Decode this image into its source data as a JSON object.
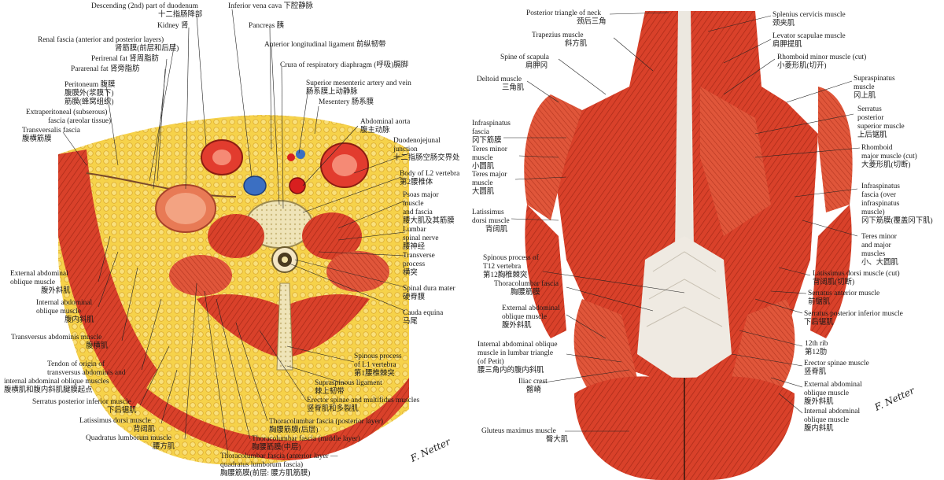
{
  "left_figure": {
    "signature": "F. Netter",
    "labels": [
      {
        "en": "Descending (2nd) part of duodenum",
        "zh": "十二指肠降部"
      },
      {
        "en": "Kidney",
        "zh": "肾"
      },
      {
        "en": "Renal fascia (anterior and posterior layers)",
        "zh": "肾筋膜(前层和后层)"
      },
      {
        "en": "Perirenal fat",
        "zh": "肾周脂肪"
      },
      {
        "en": "Pararenal fat",
        "zh": "肾旁脂肪"
      },
      {
        "en": "Peritoneum",
        "zh": "腹膜"
      },
      {
        "en": "腹膜外(浆膜下)",
        "zh": "筋膜(蜂窝组织)"
      },
      {
        "en": "Extraperitoneal (subserous)",
        "zh": "fascia (areolar tissue)"
      },
      {
        "en": "Transversalis fascia",
        "zh": "腹横筋膜"
      },
      {
        "en": "Inferior vena cava",
        "zh": "下腔静脉"
      },
      {
        "en": "Pancreas",
        "zh": "胰"
      },
      {
        "en": "Anterior longitudinal ligament",
        "zh": "前纵韧带"
      },
      {
        "en": "Crura of respiratory diaphragm (呼吸)",
        "zh": "膈脚"
      },
      {
        "en": "Superior mesenteric artery and vein",
        "zh": "肠系膜上动静脉"
      },
      {
        "en": "Mesentery",
        "zh": "肠系膜"
      },
      {
        "en": "Abdominal aorta",
        "zh": "腹主动脉"
      },
      {
        "en": "Duodenojejunal",
        "zh": "junction"
      },
      {
        "en": "十二指肠空肠交界处",
        "zh": ""
      },
      {
        "en": "Body of L2 vertebra",
        "zh": "第2腰椎体"
      },
      {
        "en": "Psoas major",
        "zh": "muscle"
      },
      {
        "en": "and fascia",
        "zh": "腰大肌及其筋膜"
      },
      {
        "en": "Lumbar",
        "zh": "spinal nerve"
      },
      {
        "en": "腰神经",
        "zh": ""
      },
      {
        "en": "Transverse",
        "zh": "process"
      },
      {
        "en": "横突",
        "zh": ""
      },
      {
        "en": "Spinal dura mater",
        "zh": "硬脊膜"
      },
      {
        "en": "Cauda equina",
        "zh": "马尾"
      },
      {
        "en": "External abdominal",
        "zh": "oblique muscle"
      },
      {
        "en": "腹外斜肌",
        "zh": ""
      },
      {
        "en": "Internal abdominal",
        "zh": "oblique muscle"
      },
      {
        "en": "腹内斜肌",
        "zh": ""
      },
      {
        "en": "Transversus abdominis muscle",
        "zh": "腹横肌"
      },
      {
        "en": "Tendon of origin of",
        "zh": "transversus abdominis and"
      },
      {
        "en": "internal abdominal oblique muscles",
        "zh": "腹横肌和腹内斜肌腱膜起点"
      },
      {
        "en": "Serratus posterior inferior muscle",
        "zh": "下后锯肌"
      },
      {
        "en": "Latissimus dorsi muscle",
        "zh": "背阔肌"
      },
      {
        "en": "Quadratus lumborum muscle",
        "zh": "腰方肌"
      },
      {
        "en": "Spinous process",
        "zh": "of L1 vertebra"
      },
      {
        "en": "第1腰椎棘突",
        "zh": ""
      },
      {
        "en": "Supraspinous ligament",
        "zh": "棘上韧带"
      },
      {
        "en": "Erector spinae and multifidus muscles",
        "zh": "竖脊肌和多裂肌"
      },
      {
        "en": "Thoracolumbar fascia (posterior layer)",
        "zh": "胸腰筋膜(后层)"
      },
      {
        "en": "Thoracolumbar fascia (middle layer)",
        "zh": "胸腰筋膜(中层)"
      },
      {
        "en": "Thoracolumbar fascia (anterior layer —",
        "zh": "quadratus lumborum fascia)"
      },
      {
        "en": "胸腰筋膜(前层: 腰方肌筋膜)",
        "zh": ""
      }
    ]
  },
  "right_figure": {
    "signature": "F. Netter",
    "labels": [
      {
        "en": "Posterior triangle of neck",
        "zh": "颈后三角"
      },
      {
        "en": "Trapezius muscle",
        "zh": "斜方肌"
      },
      {
        "en": "Spine of scapula",
        "zh": "肩胛冈"
      },
      {
        "en": "Deltoid muscle",
        "zh": "三角肌"
      },
      {
        "en": "Infraspinatus",
        "zh": "fascia"
      },
      {
        "en": "冈下筋膜",
        "zh": ""
      },
      {
        "en": "Teres minor",
        "zh": "muscle"
      },
      {
        "en": "小圆肌",
        "zh": ""
      },
      {
        "en": "Teres major",
        "zh": "muscle"
      },
      {
        "en": "大圆肌",
        "zh": ""
      },
      {
        "en": "Latissimus",
        "zh": "dorsi muscle"
      },
      {
        "en": "背阔肌",
        "zh": ""
      },
      {
        "en": "Spinous process of T12 vertebra",
        "zh": "第12胸椎棘突"
      },
      {
        "en": "Thoracolumbar fascia",
        "zh": "胸腰筋膜"
      },
      {
        "en": "External abdominal",
        "zh": "oblique muscle"
      },
      {
        "en": "腹外斜肌",
        "zh": ""
      },
      {
        "en": "Internal abdominal oblique",
        "zh": "muscle in lumbar triangle"
      },
      {
        "en": "(of Petit)",
        "zh": "腰三角内的腹内斜肌"
      },
      {
        "en": "Iliac crest",
        "zh": "髂嵴"
      },
      {
        "en": "Gluteus maximus muscle",
        "zh": "臀大肌"
      },
      {
        "en": "Splenius cervicis muscle",
        "zh": "颈夹肌"
      },
      {
        "en": "Levator scapulae muscle",
        "zh": "肩胛提肌"
      },
      {
        "en": "Rhomboid minor muscle (cut)",
        "zh": "小菱形肌(切开)"
      },
      {
        "en": "Supraspinatus",
        "zh": "muscle"
      },
      {
        "en": "冈上肌",
        "zh": ""
      },
      {
        "en": "Serratus",
        "zh": "posterior"
      },
      {
        "en": "superior muscle",
        "zh": "上后锯肌"
      },
      {
        "en": "Rhomboid",
        "zh": "major muscle (cut)"
      },
      {
        "en": "大菱形肌(切断)",
        "zh": ""
      },
      {
        "en": "Infraspinatus",
        "zh": "fascia (over"
      },
      {
        "en": "infraspinatus",
        "zh": "muscle)"
      },
      {
        "en": "冈下筋膜(覆盖冈下肌)",
        "zh": ""
      },
      {
        "en": "Teres minor",
        "zh": "and major"
      },
      {
        "en": "muscles",
        "zh": "小、大圆肌"
      },
      {
        "en": "Latissimus dorsi muscle (cut)",
        "zh": "背阔肌(切断)"
      },
      {
        "en": "Serratus anterior muscle",
        "zh": "前锯肌"
      },
      {
        "en": "Serratus posterior inferior muscle",
        "zh": "下后锯肌"
      },
      {
        "en": "12th rib",
        "zh": "第12肋"
      },
      {
        "en": "Erector spinae muscle",
        "zh": "竖脊肌"
      },
      {
        "en": "External abdominal",
        "zh": "oblique muscle"
      },
      {
        "en": "腹外斜肌",
        "zh": ""
      },
      {
        "en": "Internal abdominal",
        "zh": "oblique muscle"
      },
      {
        "en": "腹内斜肌",
        "zh": ""
      }
    ]
  }
}
